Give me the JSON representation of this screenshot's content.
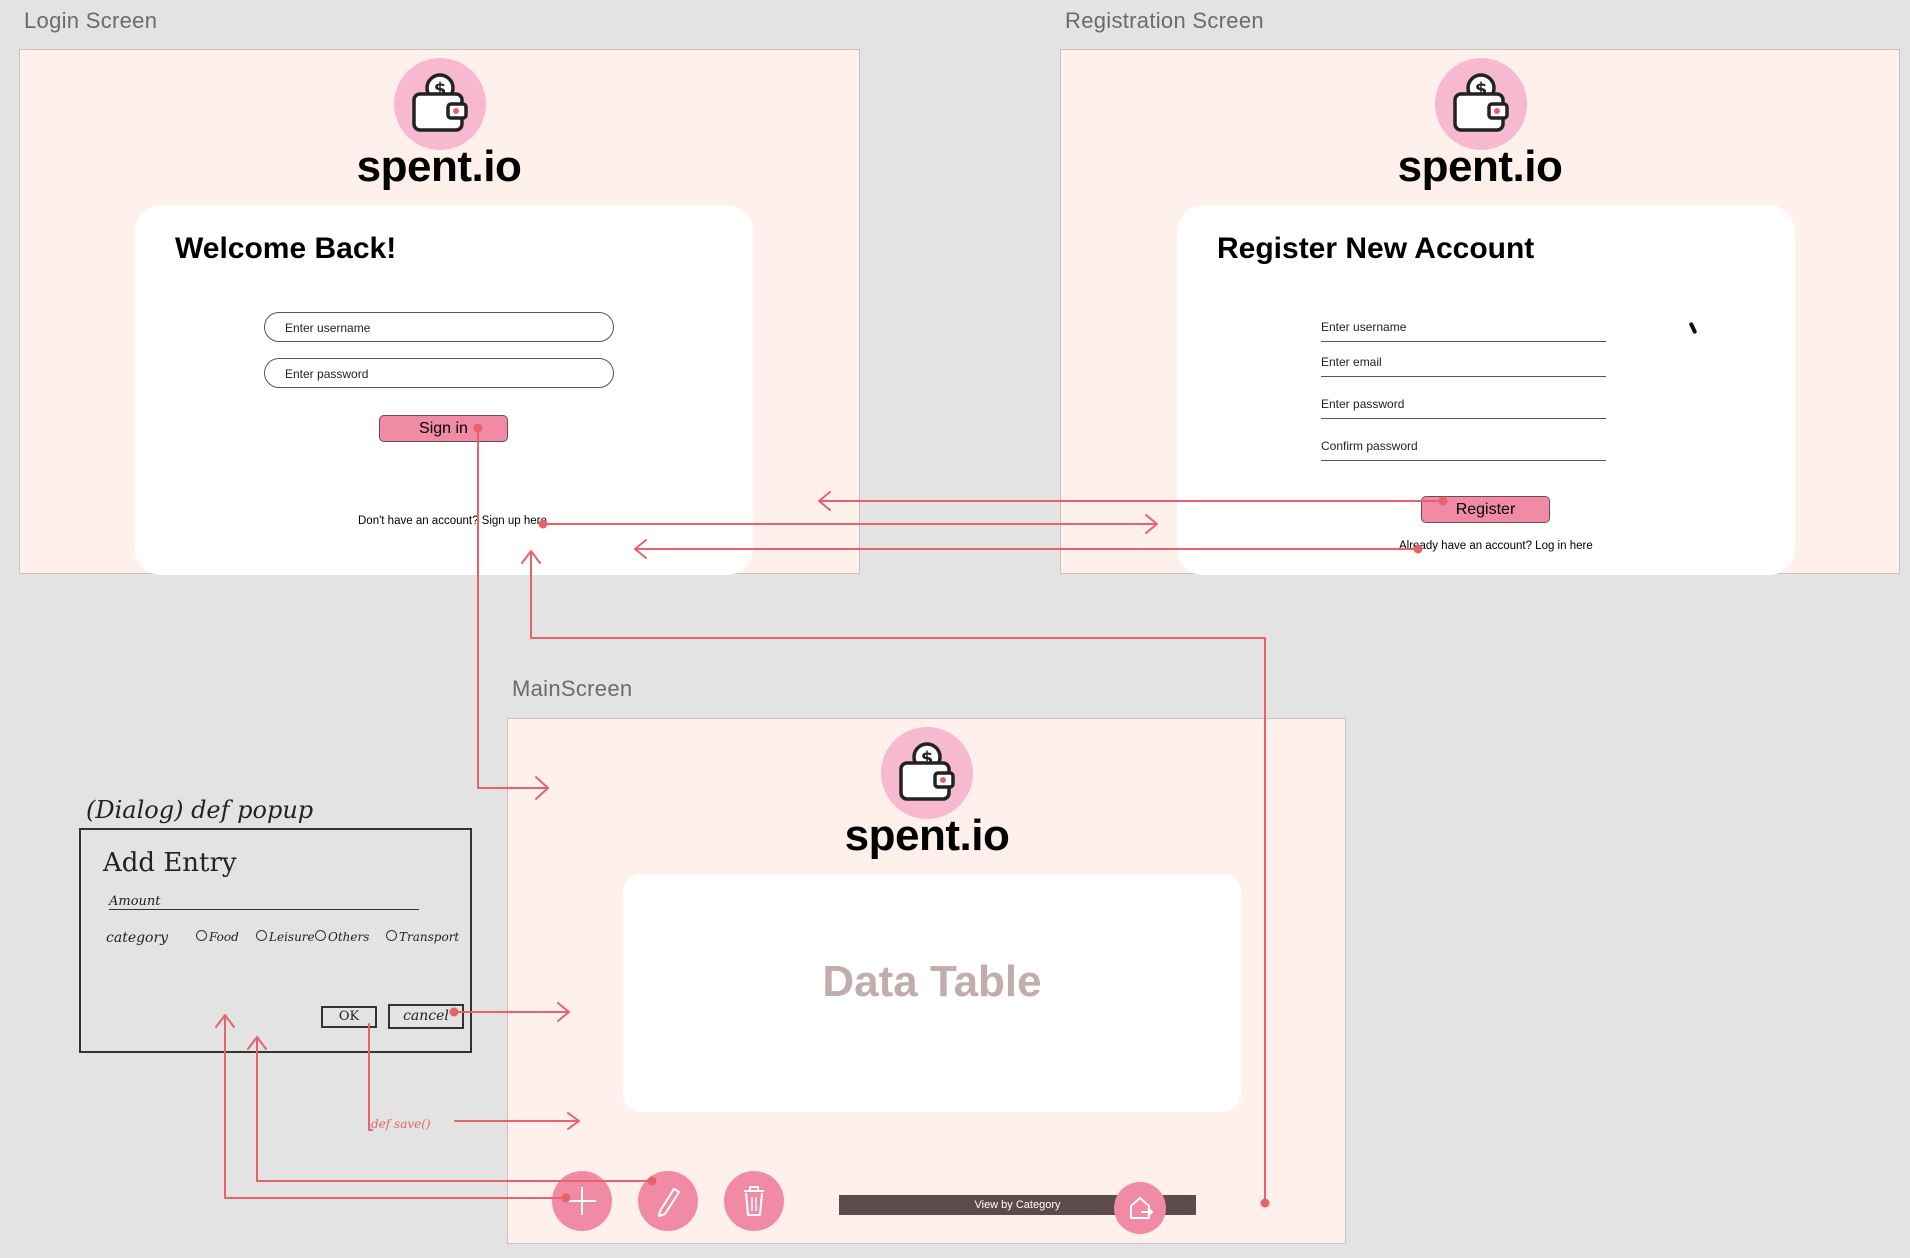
{
  "frames": {
    "login_label": "Login Screen",
    "registration_label": "Registration Screen",
    "main_label": "MainScreen"
  },
  "brand": "spent.io",
  "login": {
    "title": "Welcome Back!",
    "username_placeholder": "Enter username",
    "password_placeholder": "Enter password",
    "sign_in": "Sign in",
    "signup_prompt": "Don't have an account? Sign up here"
  },
  "register": {
    "title": "Register New Account",
    "username": "Enter username",
    "email": "Enter email",
    "password": "Enter password",
    "confirm": "Confirm password",
    "button": "Register",
    "login_prompt": "Already have an account? Log in here"
  },
  "main": {
    "data_table": "Data Table",
    "view_by_category": "View by Category"
  },
  "sketch": {
    "caption": "(Dialog) def popup",
    "title": "Add Entry",
    "amount": "Amount",
    "category": "category",
    "options": [
      "Food",
      "Leisure",
      "Others",
      "Transport"
    ],
    "ok": "OK",
    "cancel": "cancel",
    "save_note": "def save()"
  },
  "colors": {
    "frame_bg": "#fff0ec",
    "accent_pink": "#f08aa5",
    "logo_pink": "#f7b9cf",
    "connector_red": "#e8626c",
    "view_bar": "#5d4a4d"
  },
  "icons": [
    "wallet-icon",
    "plus-icon",
    "pencil-icon",
    "trash-icon",
    "logout-icon"
  ]
}
